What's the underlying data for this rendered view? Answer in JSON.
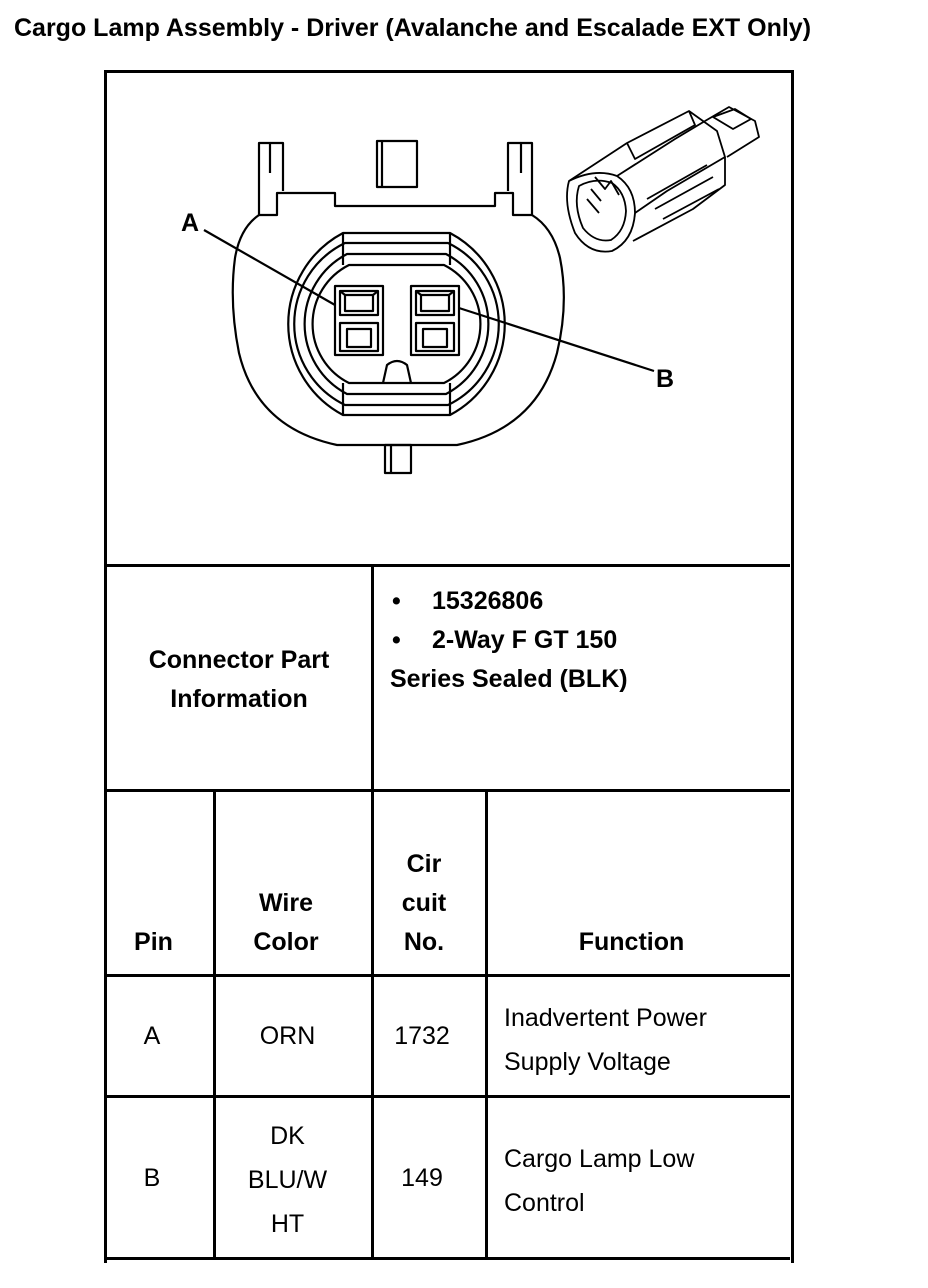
{
  "title": "Cargo Lamp Assembly - Driver (Avalanche and Escalade EXT Only)",
  "diagram": {
    "label_a": "A",
    "label_b": "B"
  },
  "connector": {
    "heading_line1": "Connector Part",
    "heading_line2": "Information",
    "bullet_symbol": "•",
    "part_number": "15326806",
    "description_line1": "2-Way F GT 150",
    "description_line2": "Series Sealed (BLK)"
  },
  "table": {
    "headers": {
      "pin": "Pin",
      "wire_color_line1": "Wire",
      "wire_color_line2": "Color",
      "circuit_line1": "Cir",
      "circuit_line2": "cuit",
      "circuit_line3": "No.",
      "function": "Function"
    },
    "rows": [
      {
        "pin": "A",
        "wire_line1": "ORN",
        "circuit": "1732",
        "function_line1": "Inadvertent Power",
        "function_line2": "Supply Voltage"
      },
      {
        "pin": "B",
        "wire_line1": "DK",
        "wire_line2": "BLU/W",
        "wire_line3": "HT",
        "circuit": "149",
        "function_line1": "Cargo Lamp Low",
        "function_line2": "Control"
      }
    ]
  }
}
